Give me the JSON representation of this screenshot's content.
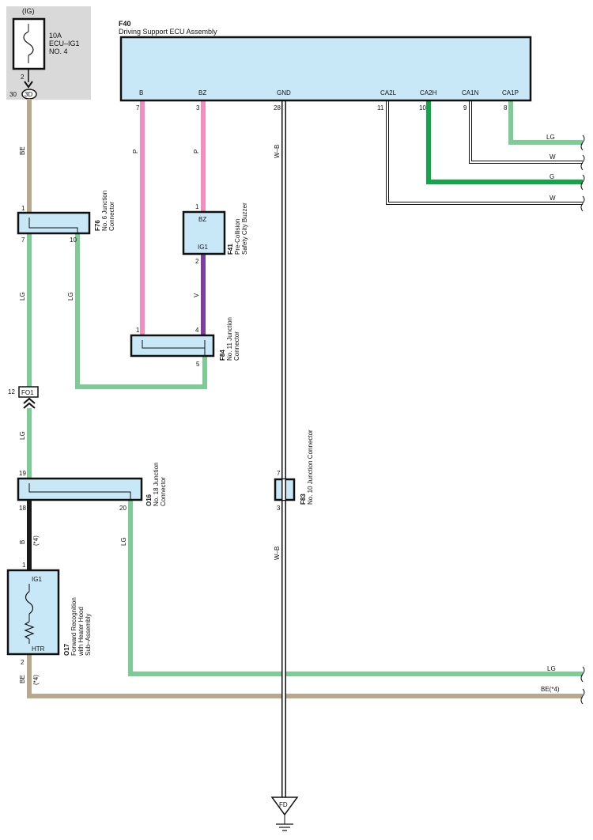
{
  "colors": {
    "component_fill": "#c8e8f8",
    "fuse_block_fill": "#d9d9d9",
    "wire_LG": "#7dcb95",
    "wire_P": "#f08fbf",
    "wire_V": "#7d3f9e",
    "wire_G": "#12a54a",
    "wire_BE": "#b8a88e",
    "wire_B": "#1a1a1a",
    "wire_W": "#ffffff"
  },
  "fuse": {
    "power_label": "(IG)",
    "rating": "10A",
    "name_line1": "ECU–IG1",
    "name_line2": "NO. 4",
    "pin": "2",
    "connector_pin": "30",
    "connector_id": "3D"
  },
  "ecu": {
    "code": "F40",
    "name": "Driving Support ECU Assembly",
    "terminals": [
      {
        "name": "B",
        "pin": "7"
      },
      {
        "name": "BZ",
        "pin": "3"
      },
      {
        "name": "GND",
        "pin": "28"
      },
      {
        "name": "CA2L",
        "pin": "11"
      },
      {
        "name": "CA2H",
        "pin": "10"
      },
      {
        "name": "CA1N",
        "pin": "9"
      },
      {
        "name": "CA1P",
        "pin": "8"
      }
    ]
  },
  "can_wires": {
    "ca1p": "LG",
    "ca1n": "W",
    "ca2h": "G",
    "ca2l": "W"
  },
  "f76": {
    "code": "F76",
    "name_line1": "No. 6 Junction",
    "name_line2": "Connector",
    "pin_top": "1",
    "pin_left": "7",
    "pin_right": "10"
  },
  "f41": {
    "code": "F41",
    "name_line1": "Pre-Collision",
    "name_line2": "Safety City Buzzer",
    "terminal_top": "BZ",
    "terminal_bottom": "IG1",
    "pin_top": "1",
    "pin_bottom": "2"
  },
  "f84": {
    "code": "F84",
    "name_line1": "No. 11 Junction",
    "name_line2": "Connector",
    "pin_left": "1",
    "pin_right": "4",
    "pin_bottom": "5"
  },
  "fo1": {
    "id": "FO1",
    "pin": "12"
  },
  "o16": {
    "code": "O16",
    "name_line1": "No. 18 Junction",
    "name_line2": "Connector",
    "pin_top": "19",
    "pin_left": "18",
    "pin_right": "20"
  },
  "f83": {
    "code": "F83",
    "name": "No. 10 Junction Connector",
    "pin_top": "7",
    "pin_bottom": "3"
  },
  "o17": {
    "code": "O17",
    "name_line1": "Forward Recognition",
    "name_line2": "with Heater Hood",
    "name_line3": "Sub–Assembly",
    "terminal_top": "IG1",
    "terminal_bottom": "HTR",
    "pin_top": "1",
    "pin_bottom": "2"
  },
  "wire_labels": {
    "be_top": "BE",
    "p_b": "P",
    "p_bz": "P",
    "wb_top": "W–B",
    "lg_f76_left": "LG",
    "lg_f76_right": "LG",
    "v": "V",
    "lg_fo1": "LG",
    "b_o17": "B",
    "b_o17_note": "(*4)",
    "lg_o16_right": "LG",
    "wb_bottom": "W–B",
    "be_bottom": "BE",
    "be_bottom_note": "(*4)",
    "lg_out": "LG",
    "be_out": "BE(*4)"
  },
  "ground": {
    "id": "FD"
  }
}
